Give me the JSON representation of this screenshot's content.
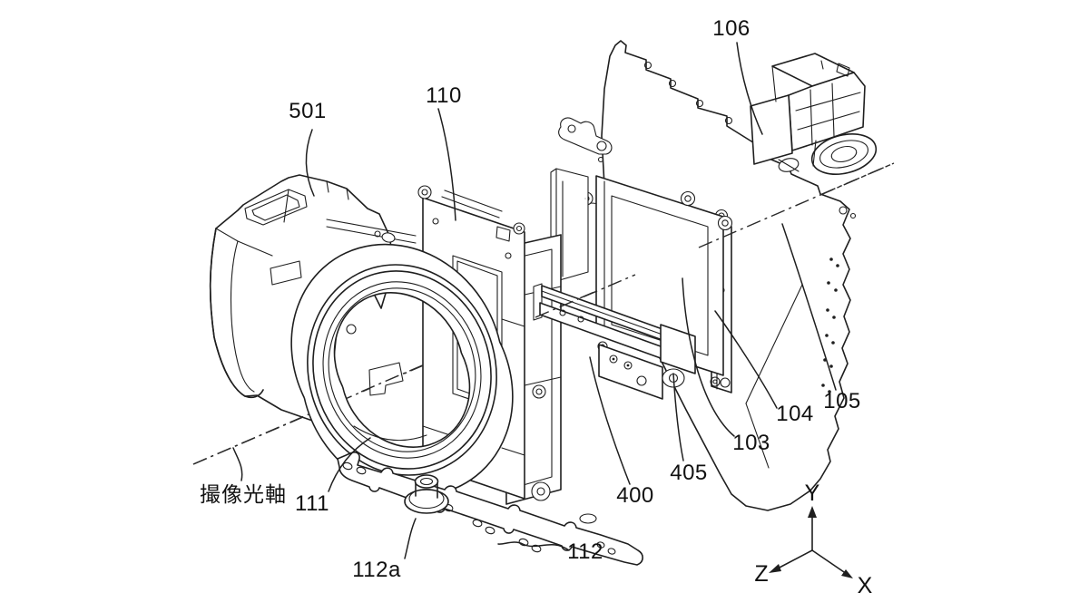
{
  "figure": {
    "type": "patent-exploded-diagram",
    "subject": "camera internal assembly exploded view (lens mount, shutter, stabilizer, image sensor, main board, EVF)",
    "background_color": "#ffffff",
    "line_color": "#1f1f1f"
  },
  "labels": {
    "l501": "501",
    "l110": "110",
    "l106": "106",
    "l105": "105",
    "l104": "104",
    "l103": "103",
    "l405": "405",
    "l400": "400",
    "l111": "111",
    "l112": "112",
    "l112a": "112a",
    "optical_axis": "撮像光軸",
    "axis_x": "X",
    "axis_y": "Y",
    "axis_z": "Z"
  }
}
